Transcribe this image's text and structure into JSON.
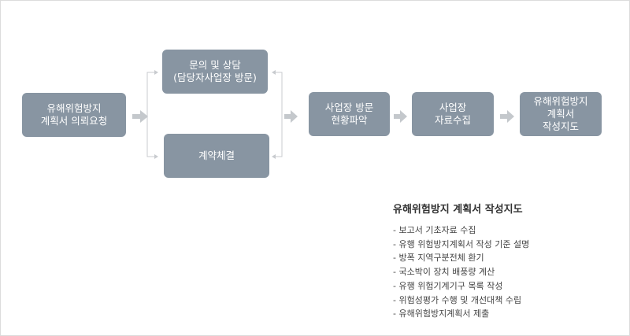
{
  "flow": {
    "start": [
      "유해위험방지",
      "계획서 의뢰요청"
    ],
    "consult": [
      "문의 및 상담",
      "(담당자사업장 방문)"
    ],
    "contract": [
      "계약체결"
    ],
    "survey": [
      "사업장 방문",
      "현황파악"
    ],
    "collect": [
      "사업장",
      "자료수집"
    ],
    "guide": [
      "유해위험방지",
      "계획서",
      "작성지도"
    ]
  },
  "info": {
    "title": "유해위험방지 계획서 작성지도",
    "items": [
      "- 보고서 기초자료 수집",
      "- 유행 위험방지계획서 작성 기준 설명",
      "- 방폭 지역구분전체 환기",
      "- 국소박이 장치 배풍량 계산",
      "- 유행 위험기계기구 목록 작성",
      "- 위험성평가 수행 및 개선대책 수립",
      "- 유해위험방지계획서 제출"
    ]
  },
  "colors": {
    "box": "#8895a2",
    "arrow": "#c4c8cc",
    "connector": "#c8cbcf"
  }
}
